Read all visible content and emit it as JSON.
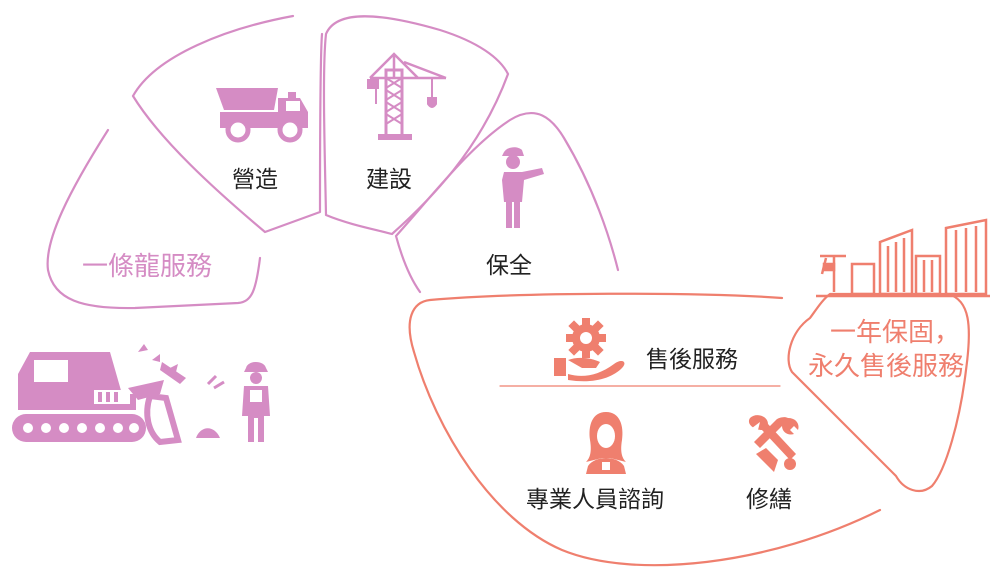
{
  "colors": {
    "pink": "#d58cc4",
    "coral": "#ef7f6e",
    "text": "#222222"
  },
  "left_group": {
    "title": "一條龍服務",
    "items": [
      {
        "label": "營造",
        "icon": "dump-truck-icon"
      },
      {
        "label": "建設",
        "icon": "tower-crane-icon"
      },
      {
        "label": "保全",
        "icon": "security-guard-icon"
      }
    ],
    "illustration_icons": [
      "bulldozer-icon",
      "construction-worker-icon"
    ]
  },
  "right_group": {
    "promise_line1": "一年保固，",
    "promise_line2": "永久售後服務",
    "main_service": {
      "label": "售後服務",
      "icon": "gear-hand-icon"
    },
    "sub_services": [
      {
        "label": "專業人員諮詢",
        "icon": "consultant-woman-icon"
      },
      {
        "label": "修繕",
        "icon": "repair-tools-icon"
      }
    ],
    "skyline_icon": "city-skyline-icon"
  }
}
